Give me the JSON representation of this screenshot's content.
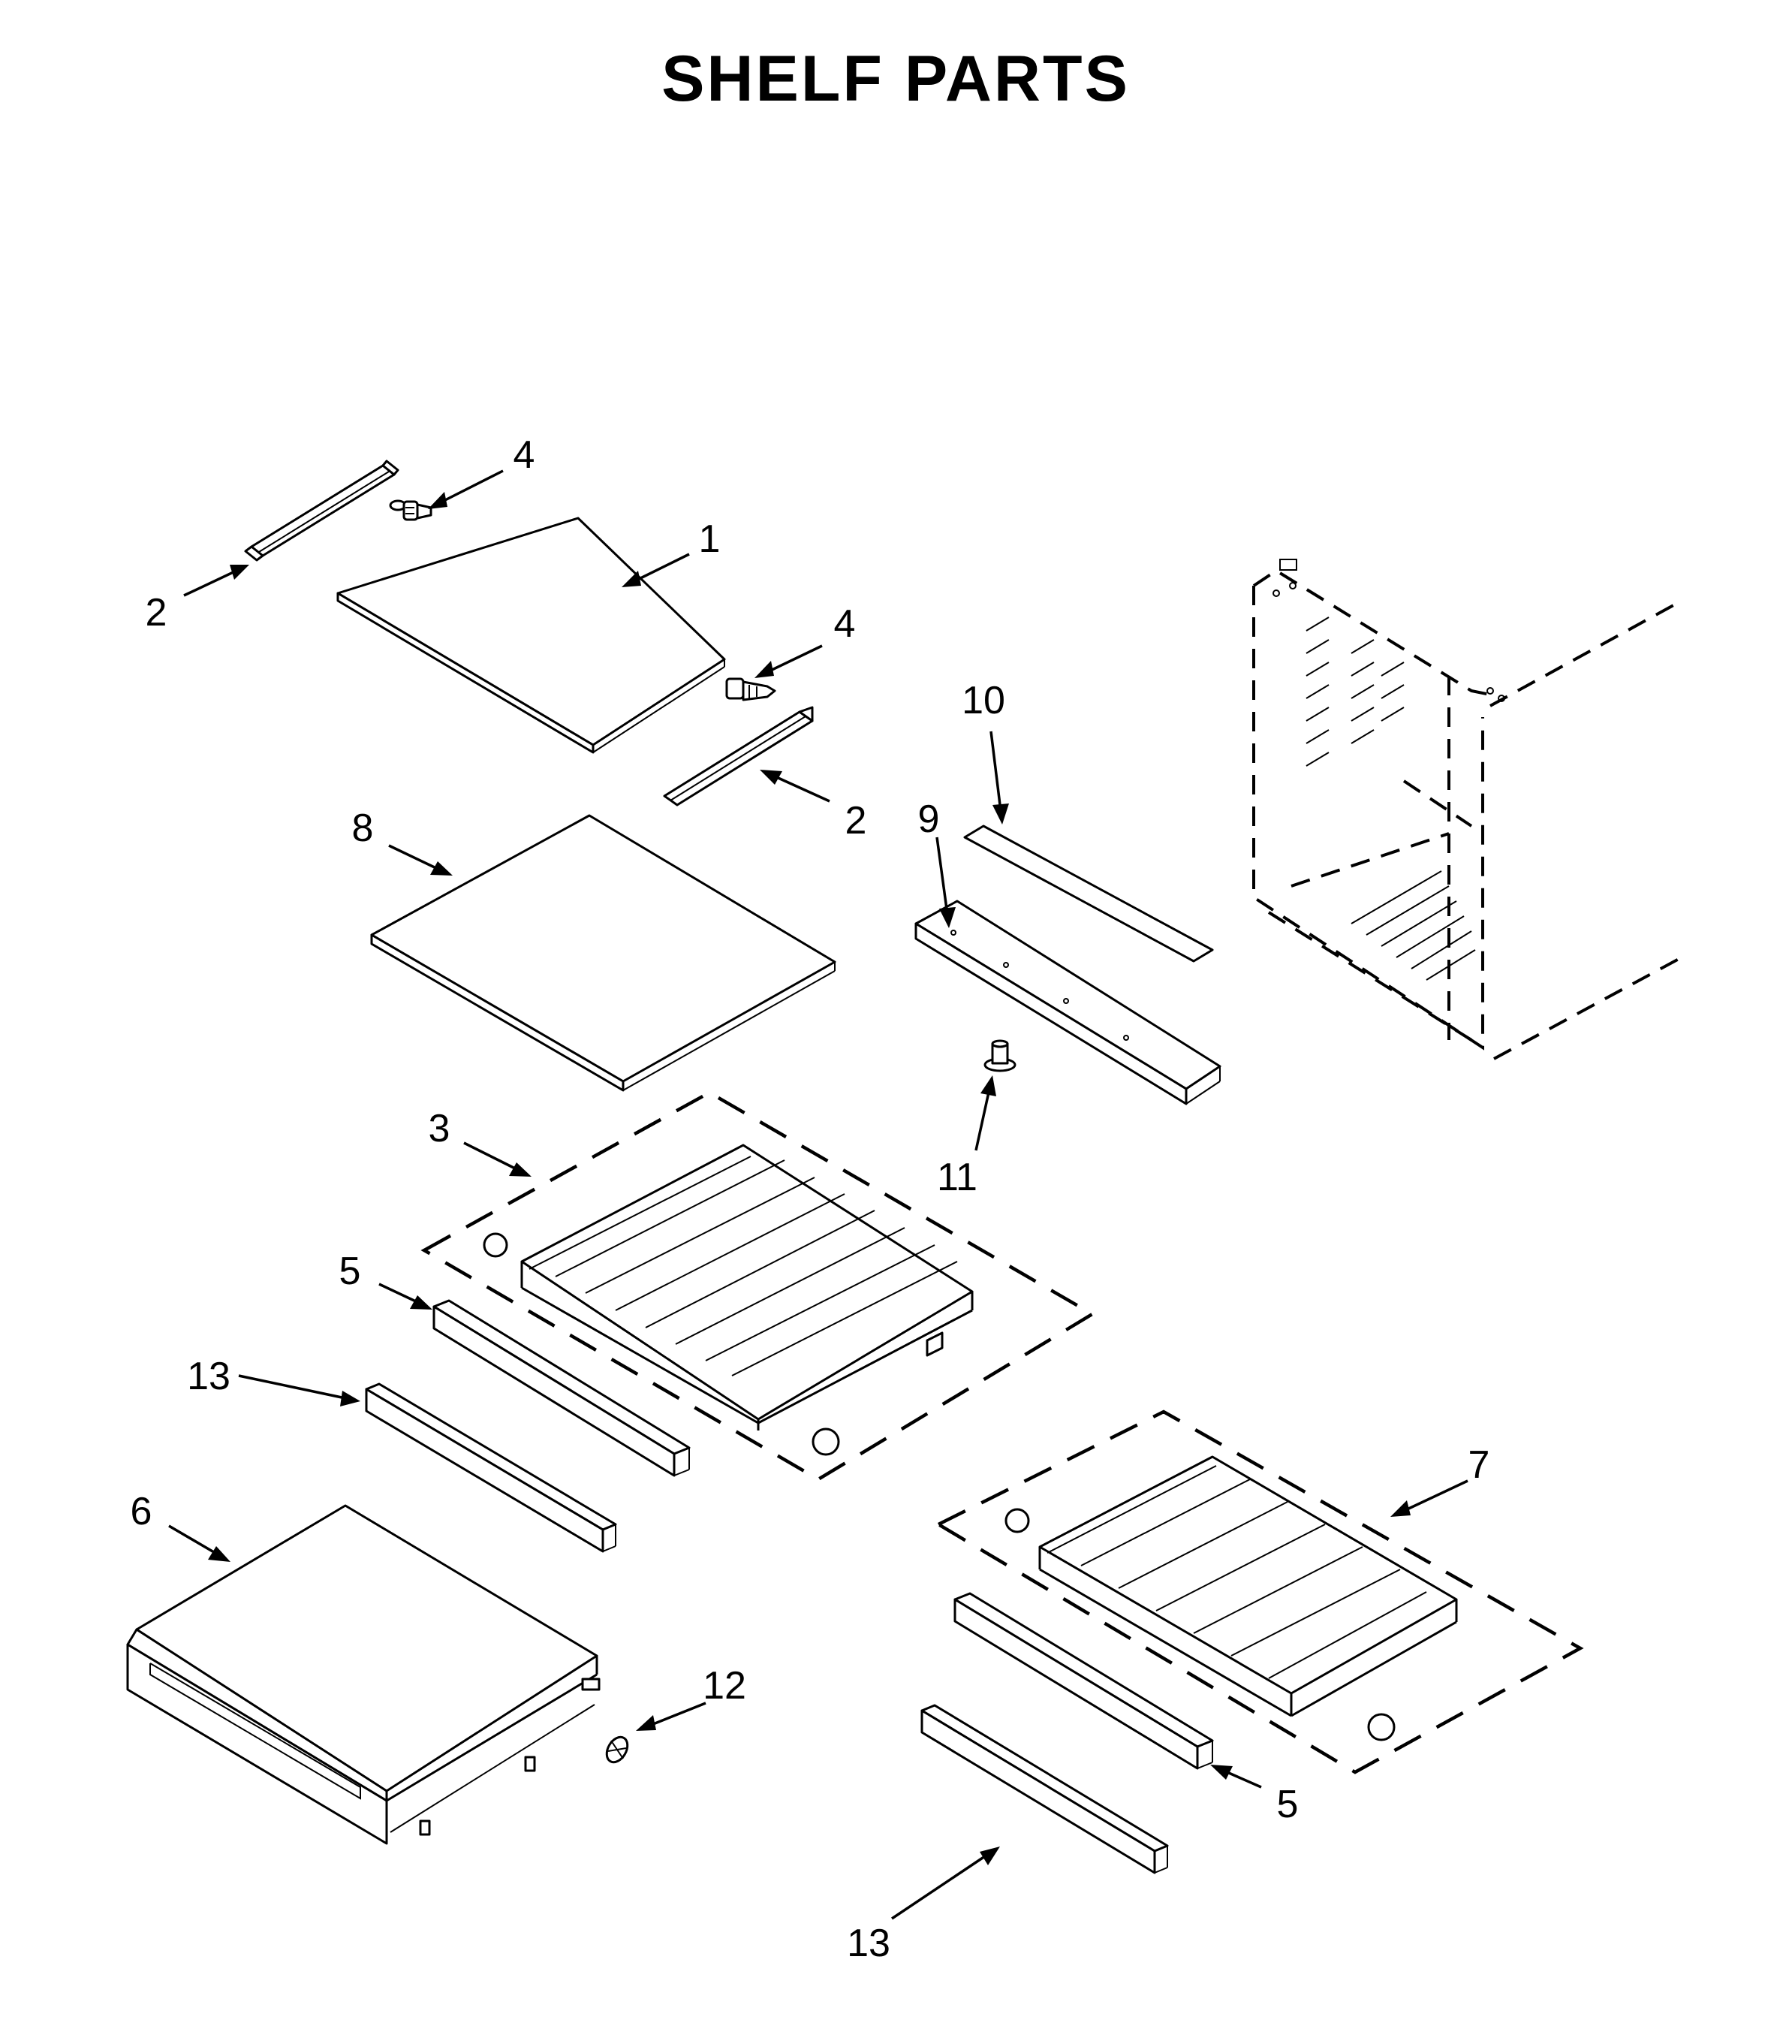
{
  "title": "SHELF PARTS",
  "callouts": [
    {
      "id": "c1",
      "text": "1"
    },
    {
      "id": "c2a",
      "text": "2"
    },
    {
      "id": "c2b",
      "text": "2"
    },
    {
      "id": "c3",
      "text": "3"
    },
    {
      "id": "c4a",
      "text": "4"
    },
    {
      "id": "c4b",
      "text": "4"
    },
    {
      "id": "c5a",
      "text": "5"
    },
    {
      "id": "c5b",
      "text": "5"
    },
    {
      "id": "c6",
      "text": "6"
    },
    {
      "id": "c7",
      "text": "7"
    },
    {
      "id": "c8",
      "text": "8"
    },
    {
      "id": "c9",
      "text": "9"
    },
    {
      "id": "c10",
      "text": "10"
    },
    {
      "id": "c11",
      "text": "11"
    },
    {
      "id": "c12",
      "text": "12"
    },
    {
      "id": "c13a",
      "text": "13"
    },
    {
      "id": "c13b",
      "text": "13"
    }
  ]
}
